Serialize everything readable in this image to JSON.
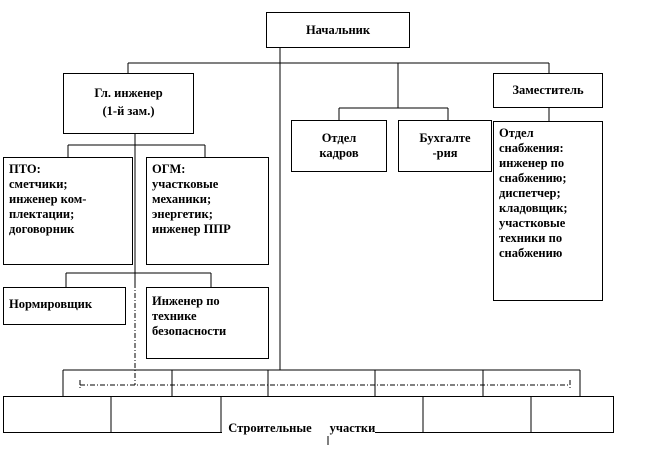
{
  "nodes": {
    "chief": "Начальник",
    "chief_engineer": [
      "Гл. инженер",
      "(1-й зам.)"
    ],
    "personnel": [
      "Отдел",
      "кадров"
    ],
    "accounting": [
      "Бухгалте",
      "-рия"
    ],
    "deputy": "Заместитель",
    "pto": [
      "ПТО:",
      "сметчики;",
      "инженер ком-",
      "плектации;",
      "договорник"
    ],
    "ogm": [
      "ОГМ:",
      "участковые",
      "механики;",
      "энергетик;",
      "инженер ППР"
    ],
    "supply": [
      "Отдел",
      "снабжения:",
      "инженер по",
      "снабжению;",
      "диспетчер;",
      "кладовщик;",
      "участковые",
      "техники по",
      "снабжению"
    ],
    "normer": "Нормировщик",
    "safety": [
      "Инженер по",
      "технике",
      "безопасности"
    ],
    "sites": [
      "Строительные",
      "участки"
    ]
  }
}
